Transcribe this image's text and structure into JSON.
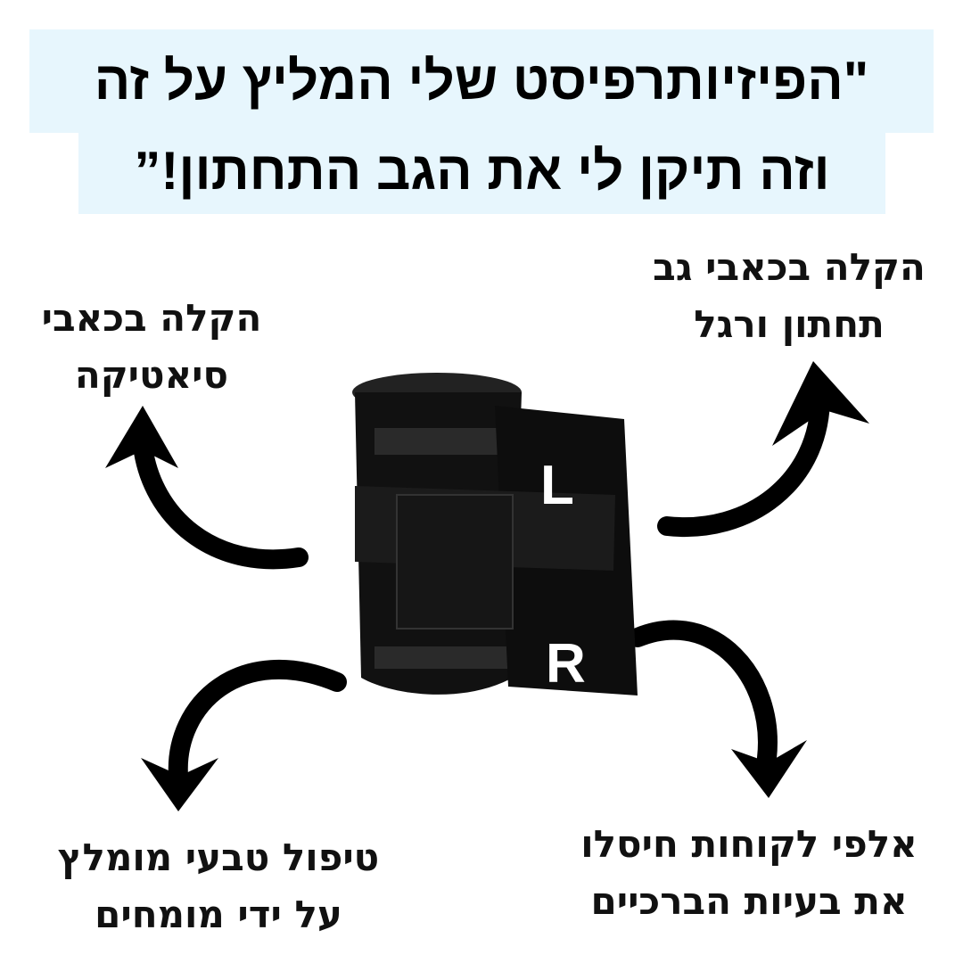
{
  "headline": {
    "line1": "\"הפיזיותרפיסט שלי המליץ על זה",
    "line2": "וזה תיקן לי את הגב התחתון!”"
  },
  "callouts": {
    "top_left": [
      "הקלה בכאבי",
      "סיאטיקה"
    ],
    "top_right": [
      "הקלה בכאבי גב",
      "תחתון ורגל"
    ],
    "bottom_left": [
      "טיפול טבעי מומלץ",
      "על ידי מומחים"
    ],
    "bottom_right": [
      "אלפי לקוחות חיסלו",
      "את בעיות הברכיים"
    ]
  },
  "product": {
    "letter_left": "L",
    "letter_right": "R"
  },
  "colors": {
    "highlight": "#e7f6fd",
    "text": "#000000"
  }
}
